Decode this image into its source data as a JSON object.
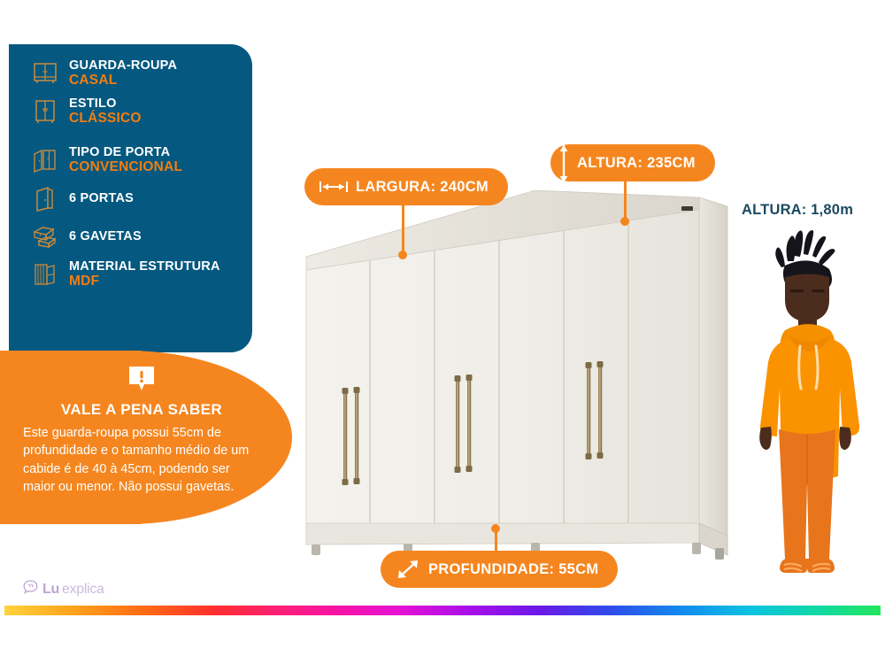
{
  "spec_panel": {
    "items": [
      {
        "icon": "wardrobe-double-icon",
        "label": "GUARDA-ROUPA",
        "value": "CASAL"
      },
      {
        "icon": "wardrobe-classic-icon",
        "label": "ESTILO",
        "value": "CLÁSSICO"
      },
      {
        "icon": "door-type-icon",
        "label": "TIPO DE PORTA",
        "value": "CONVENCIONAL"
      },
      {
        "icon": "open-door-icon",
        "label": "6  PORTAS",
        "value": ""
      },
      {
        "icon": "drawers-icon",
        "label": "6 GAVETAS",
        "value": ""
      },
      {
        "icon": "material-structure-icon",
        "label": "MATERIAL ESTRUTURA",
        "value": "MDF"
      }
    ]
  },
  "tip": {
    "icon": "alert-speech-bubble-icon",
    "title": "VALE A PENA SABER",
    "body": "Este guarda-roupa possui 55cm de profundidade e o tamanho médio de um cabide é de 40 à 45cm, podendo ser maior ou menor. Não possui gavetas."
  },
  "badges": {
    "largura": {
      "icon": "horizontal-arrow-icon",
      "text": "LARGURA: 240CM"
    },
    "altura": {
      "icon": "vertical-arrow-icon",
      "text": "ALTURA: 235CM"
    },
    "profundidade": {
      "icon": "diagonal-arrow-icon",
      "text": "PROFUNDIDADE: 55CM"
    }
  },
  "person": {
    "label": "ALTURA: 1,80m",
    "figure": "standing-person-illustration"
  },
  "product": {
    "name": "white-six-door-wardrobe"
  },
  "footer": {
    "logo_icon": "lu-speech-bubble-icon",
    "logo_primary": "Lu",
    "logo_secondary": "explica",
    "rainbow_bar": "brand-gradient-bar"
  },
  "colors": {
    "panel_blue": "#05587F",
    "accent_orange": "#F5861F",
    "spec_value_orange": "#F07E13",
    "person_label": "#1B4A60",
    "logo_purple": "#BFA4D6"
  }
}
